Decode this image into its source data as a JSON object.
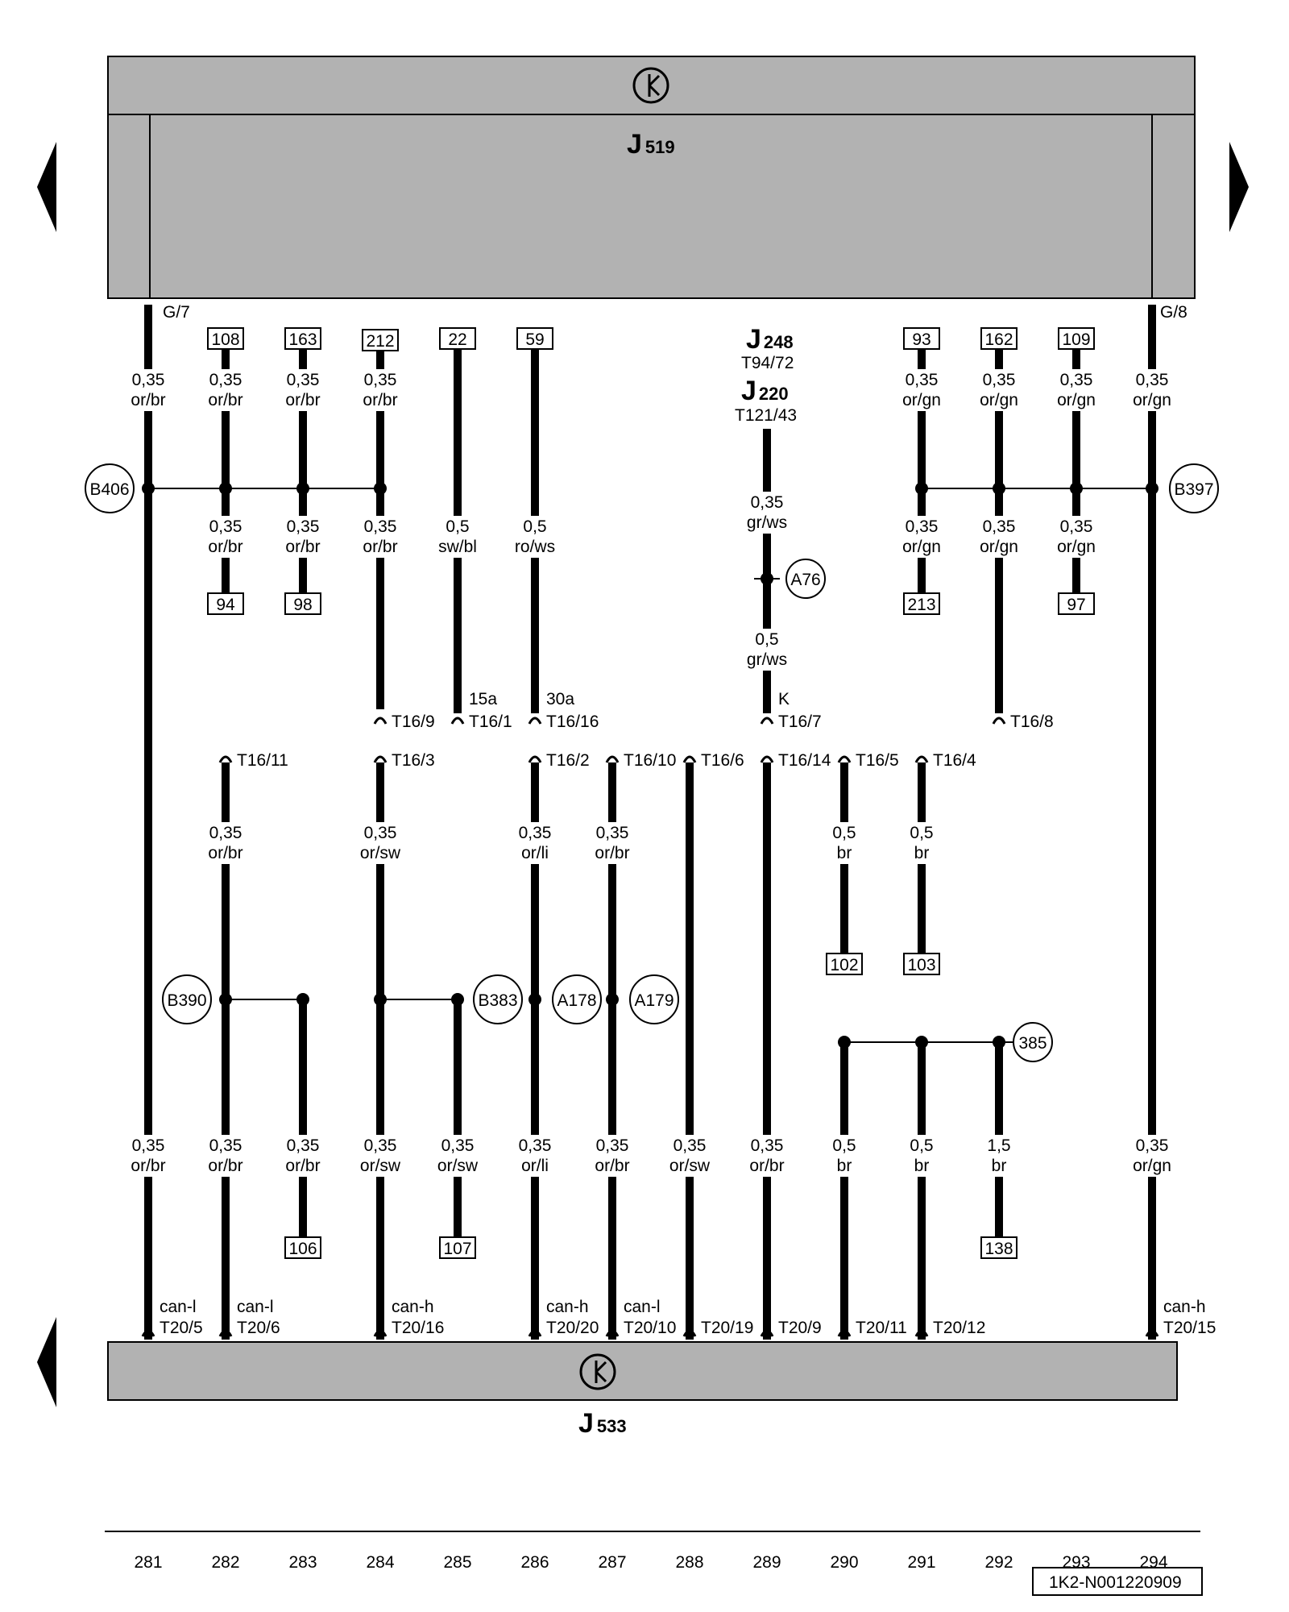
{
  "components": {
    "top": {
      "prefix": "J",
      "suffix": "519",
      "pin_left": "G/7",
      "pin_right": "G/8"
    },
    "bottom": {
      "prefix": "J",
      "suffix": "533"
    },
    "middle": [
      {
        "prefix": "J",
        "suffix": "248",
        "connector": "T94/72"
      },
      {
        "prefix": "J",
        "suffix": "220",
        "connector": "T121/43"
      }
    ]
  },
  "ref_boxes": [
    "108",
    "163",
    "212",
    "22",
    "59",
    "93",
    "162",
    "109",
    "94",
    "98",
    "213",
    "97",
    "102",
    "103",
    "106",
    "107",
    "138"
  ],
  "circles": [
    "B406",
    "B397",
    "A76",
    "B390",
    "B383",
    "A178",
    "A179",
    "385"
  ],
  "wire_labels": [
    {
      "size": "0,35",
      "color": "or/br"
    },
    {
      "size": "0,35",
      "color": "or/br"
    },
    {
      "size": "0,35",
      "color": "or/br"
    },
    {
      "size": "0,35",
      "color": "or/br"
    },
    {
      "size": "0,35",
      "color": "or/gn"
    },
    {
      "size": "0,35",
      "color": "or/gn"
    },
    {
      "size": "0,35",
      "color": "or/gn"
    },
    {
      "size": "0,35",
      "color": "or/gn"
    },
    {
      "size": "0,35",
      "color": "or/br"
    },
    {
      "size": "0,35",
      "color": "or/br"
    },
    {
      "size": "0,35",
      "color": "or/br"
    },
    {
      "size": "0,5",
      "color": "sw/bl"
    },
    {
      "size": "0,5",
      "color": "ro/ws"
    },
    {
      "size": "0,35",
      "color": "gr/ws"
    },
    {
      "size": "0,35",
      "color": "or/gn"
    },
    {
      "size": "0,35",
      "color": "or/gn"
    },
    {
      "size": "0,35",
      "color": "or/gn"
    },
    {
      "size": "0,5",
      "color": "gr/ws"
    },
    {
      "size": "0,35",
      "color": "or/br"
    },
    {
      "size": "0,35",
      "color": "or/sw"
    },
    {
      "size": "0,35",
      "color": "or/li"
    },
    {
      "size": "0,35",
      "color": "or/br"
    },
    {
      "size": "0,5",
      "color": "br"
    },
    {
      "size": "0,5",
      "color": "br"
    },
    {
      "size": "0,35",
      "color": "or/br"
    },
    {
      "size": "0,35",
      "color": "or/br"
    },
    {
      "size": "0,35",
      "color": "or/br"
    },
    {
      "size": "0,35",
      "color": "or/sw"
    },
    {
      "size": "0,35",
      "color": "or/sw"
    },
    {
      "size": "0,35",
      "color": "or/li"
    },
    {
      "size": "0,35",
      "color": "or/br"
    },
    {
      "size": "0,35",
      "color": "or/sw"
    },
    {
      "size": "0,35",
      "color": "or/br"
    },
    {
      "size": "0,5",
      "color": "br"
    },
    {
      "size": "0,5",
      "color": "br"
    },
    {
      "size": "1,5",
      "color": "br"
    },
    {
      "size": "0,35",
      "color": "or/gn"
    }
  ],
  "connectors": {
    "t16_upper": [
      "T16/9",
      "T16/1",
      "T16/16",
      "T16/7",
      "T16/8"
    ],
    "t16_upper_terminals": [
      "15a",
      "30a",
      "K"
    ],
    "t16_lower": [
      "T16/11",
      "T16/3",
      "T16/2",
      "T16/10",
      "T16/6",
      "T16/14",
      "T16/5",
      "T16/4"
    ],
    "t20": [
      "T20/5",
      "T20/6",
      "T20/16",
      "T20/20",
      "T20/10",
      "T20/19",
      "T20/9",
      "T20/11",
      "T20/12",
      "T20/15"
    ],
    "can": [
      "can-l",
      "can-l",
      "can-h",
      "can-h",
      "can-l",
      "can-h"
    ]
  },
  "track_numbers": [
    "281",
    "282",
    "283",
    "284",
    "285",
    "286",
    "287",
    "288",
    "289",
    "290",
    "291",
    "292",
    "293",
    "294"
  ],
  "diagram_id": "1K2-N001220909"
}
